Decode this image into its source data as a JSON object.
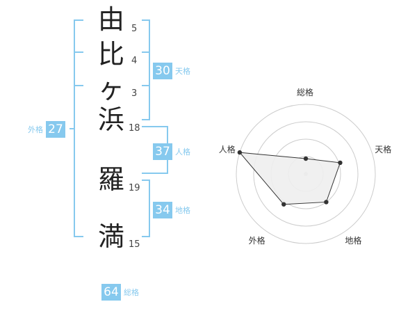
{
  "name_chars": [
    {
      "char": "由",
      "strokes": "5"
    },
    {
      "char": "比",
      "strokes": "4"
    },
    {
      "char": "ヶ",
      "strokes": "3"
    },
    {
      "char": "浜",
      "strokes": "18"
    },
    {
      "char": "羅",
      "strokes": "19"
    },
    {
      "char": "満",
      "strokes": "15"
    }
  ],
  "fortune": {
    "tenkaku": {
      "value": "30",
      "label": "天格"
    },
    "jinkaku": {
      "value": "37",
      "label": "人格"
    },
    "chikaku": {
      "value": "34",
      "label": "地格"
    },
    "gaikaku": {
      "value": "27",
      "label": "外格"
    },
    "soukaku": {
      "value": "64",
      "label": "総格"
    }
  },
  "colors": {
    "accent": "#86c9ee",
    "text": "#222222",
    "grid": "#cccccc",
    "fill": "#eeeeee"
  },
  "chart_data": {
    "type": "radar",
    "axes": [
      "総格",
      "天格",
      "地格",
      "外格",
      "人格"
    ],
    "values": [
      0.22,
      0.52,
      0.5,
      0.54,
      1.0
    ],
    "range": [
      0,
      1
    ],
    "rings": 4
  }
}
